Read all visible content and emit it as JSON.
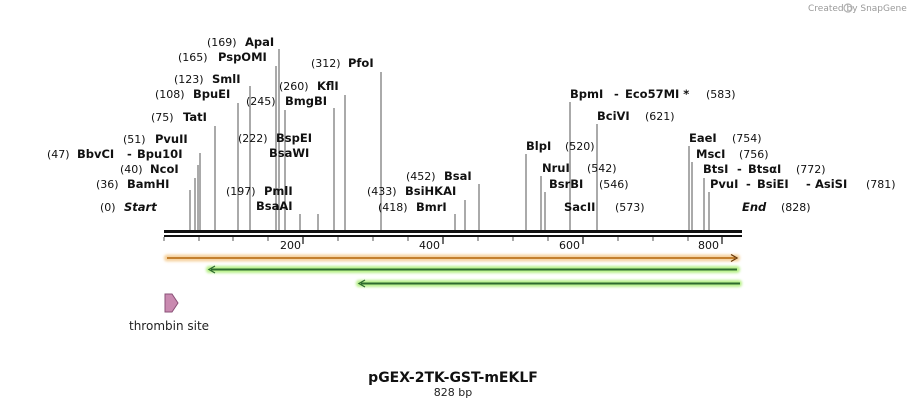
{
  "watermark": "Created by SnapGene",
  "map": {
    "title": "pGEX-2TK-GST-mEKLF",
    "length_label": "828 bp",
    "length": 828,
    "start_label": "Start",
    "end_label": "End",
    "start_pos": "(0)",
    "end_pos": "(828)",
    "ticks": [
      "200",
      "400",
      "600",
      "800"
    ],
    "feature_label": "thrombin site",
    "colors": {
      "orange_arrow": "#e8a040",
      "orange_glow": "#f6d3a0",
      "green_arrow": "#2e6b2e",
      "green_glow": "#b8f08a",
      "thrombin": "#c98ab0"
    }
  },
  "sites": [
    {
      "name": "ApaI",
      "pos": "(169)"
    },
    {
      "name": "PspOMI",
      "pos": "(165)"
    },
    {
      "name": "SmlI",
      "pos": "(123)"
    },
    {
      "name": "BpuEI",
      "pos": "(108)"
    },
    {
      "name": "TatI",
      "pos": "(75)"
    },
    {
      "name": "PvuII",
      "pos": "(51)"
    },
    {
      "name": "BbvCI",
      "name2": "Bpu10I",
      "pos": "(47)"
    },
    {
      "name": "NcoI",
      "pos": "(40)"
    },
    {
      "name": "BamHI",
      "pos": "(36)"
    },
    {
      "name": "KflI",
      "pos": "(260)"
    },
    {
      "name": "BmgBI",
      "pos": "(245)"
    },
    {
      "name": "BspEI",
      "pos": "(222)"
    },
    {
      "name": "BsaWI",
      "pos": ""
    },
    {
      "name": "PmlI",
      "pos": "(197)"
    },
    {
      "name": "BsaAI",
      "pos": ""
    },
    {
      "name": "PfoI",
      "pos": "(312)"
    },
    {
      "name": "BsaI",
      "pos": "(452)"
    },
    {
      "name": "BsiHKAI",
      "pos": "(433)"
    },
    {
      "name": "BmrI",
      "pos": "(418)"
    },
    {
      "name": "BpmI",
      "name2": "Eco57MI *",
      "pos": "(583)"
    },
    {
      "name": "BciVI",
      "pos": "(621)"
    },
    {
      "name": "BlpI",
      "pos": "(520)"
    },
    {
      "name": "NruI",
      "pos": "(542)"
    },
    {
      "name": "BsrBI",
      "pos": "(546)"
    },
    {
      "name": "SacII",
      "pos": "(573)"
    },
    {
      "name": "EaeI",
      "pos": "(754)"
    },
    {
      "name": "MscI",
      "pos": "(756)"
    },
    {
      "name": "BtsI",
      "name2": "BtsαI",
      "pos": "(772)"
    },
    {
      "name": "PvuI",
      "name2": "BsiEI",
      "name3": "AsiSI",
      "pos": "(781)"
    }
  ]
}
